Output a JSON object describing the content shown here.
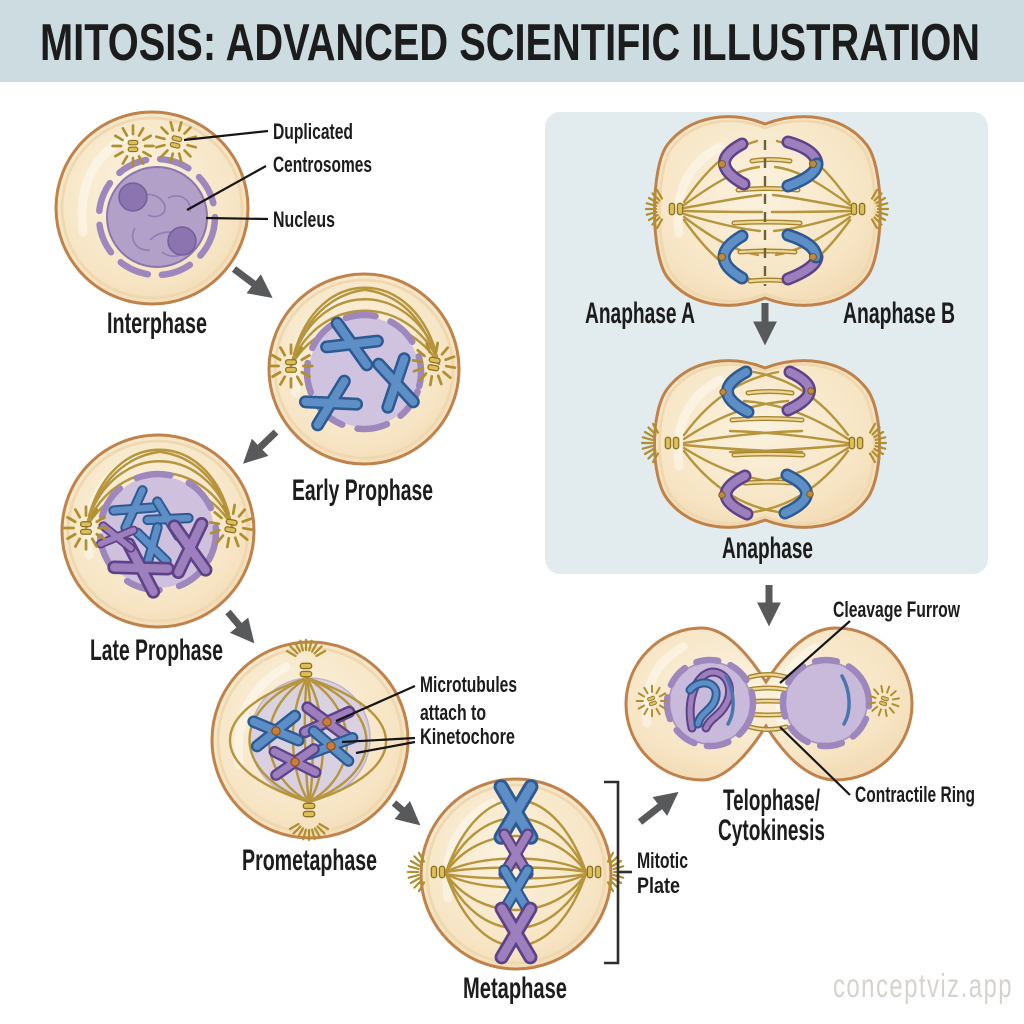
{
  "header": {
    "title": "MITOSIS: ADVANCED SCIENTIFIC ILLUSTRATION"
  },
  "watermark": "conceptviz.app",
  "stages": {
    "interphase": "Interphase",
    "early_prophase": "Early Prophase",
    "late_prophase": "Late Prophase",
    "prometaphase": "Prometaphase",
    "metaphase": "Metaphase",
    "anaphase_a": "Anaphase A",
    "anaphase_b": "Anaphase B",
    "anaphase": "Anaphase",
    "telophase_line1": "Telophase/",
    "telophase_line2": "Cytokinesis"
  },
  "annotations": {
    "duplicated_line1": "Duplicated",
    "duplicated_line2": "Centrosomes",
    "nucleus": "Nucleus",
    "microtubules_line1": "Microtubules",
    "microtubules_line2": "attach to",
    "microtubules_line3": "Kinetochore",
    "mitotic_plate_line1": "Mitotic",
    "mitotic_plate_line2": "Plate",
    "cleavage_furrow": "Cleavage Furrow",
    "contractile_ring": "Contractile Ring"
  },
  "colors": {
    "background": "#ffffff",
    "banner_bg": "#cddce0",
    "panel_bg": "#e2ecee",
    "cell_fill": "#f7e4c3",
    "cell_membrane": "#c0824a",
    "nucleus_fill": "#b2a0c9",
    "nucleus_outline": "#8b76ad",
    "chromosome_blue": "#5d8fc6",
    "chromosome_purple": "#9c7fbc",
    "spindle_gold": "#b6953c",
    "centrosome_gold": "#dcbf58",
    "kinetochore_orange": "#c87d3a",
    "arrow_gray": "#58595b",
    "text_color": "#1c1c1c",
    "watermark_color": "#d6d3ce"
  }
}
